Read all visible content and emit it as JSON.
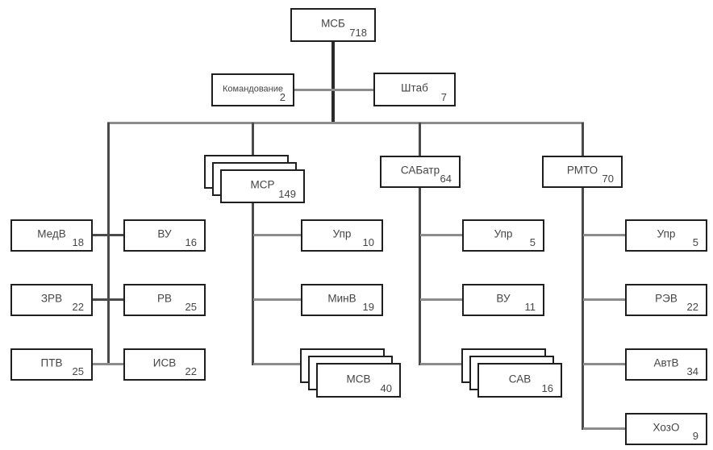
{
  "diagram": {
    "type": "org-chart",
    "root_label": "МСБ",
    "nodes": [
      {
        "id": "msb",
        "label": "МСБ",
        "value": "718",
        "stacked": false
      },
      {
        "id": "komandovanie",
        "label": "Командование",
        "value": "2",
        "stacked": false
      },
      {
        "id": "shtab",
        "label": "Штаб",
        "value": "7",
        "stacked": false
      },
      {
        "id": "msr",
        "label": "МСР",
        "value": "149",
        "stacked": true
      },
      {
        "id": "sabatr",
        "label": "САБатр",
        "value": "64",
        "stacked": false
      },
      {
        "id": "rmto",
        "label": "РМТО",
        "value": "70",
        "stacked": false
      },
      {
        "id": "medv",
        "label": "МедВ",
        "value": "18",
        "stacked": false
      },
      {
        "id": "vu",
        "label": "ВУ",
        "value": "16",
        "stacked": false
      },
      {
        "id": "zrv",
        "label": "ЗРВ",
        "value": "22",
        "stacked": false
      },
      {
        "id": "rv",
        "label": "РВ",
        "value": "25",
        "stacked": false
      },
      {
        "id": "ptv",
        "label": "ПТВ",
        "value": "25",
        "stacked": false
      },
      {
        "id": "isv",
        "label": "ИСВ",
        "value": "22",
        "stacked": false
      },
      {
        "id": "msr-upr",
        "label": "Упр",
        "value": "10",
        "stacked": false
      },
      {
        "id": "minv",
        "label": "МинВ",
        "value": "19",
        "stacked": false
      },
      {
        "id": "msv",
        "label": "МСВ",
        "value": "40",
        "stacked": true
      },
      {
        "id": "sabatr-upr",
        "label": "Упр",
        "value": "5",
        "stacked": false
      },
      {
        "id": "sabatr-vu",
        "label": "ВУ",
        "value": "11",
        "stacked": false
      },
      {
        "id": "sav",
        "label": "САВ",
        "value": "16",
        "stacked": true
      },
      {
        "id": "rmto-upr",
        "label": "Упр",
        "value": "5",
        "stacked": false
      },
      {
        "id": "rev",
        "label": "РЭВ",
        "value": "22",
        "stacked": false
      },
      {
        "id": "avtv",
        "label": "АвтВ",
        "value": "34",
        "stacked": false
      },
      {
        "id": "xozo",
        "label": "ХозО",
        "value": "9",
        "stacked": false
      }
    ],
    "colors": {
      "box_border": "#1f1f1f",
      "trunk_line": "#2b2b2b",
      "column_line": "#4a4a4a",
      "branch_line": "#8c8c8c",
      "text": "#454545"
    }
  }
}
